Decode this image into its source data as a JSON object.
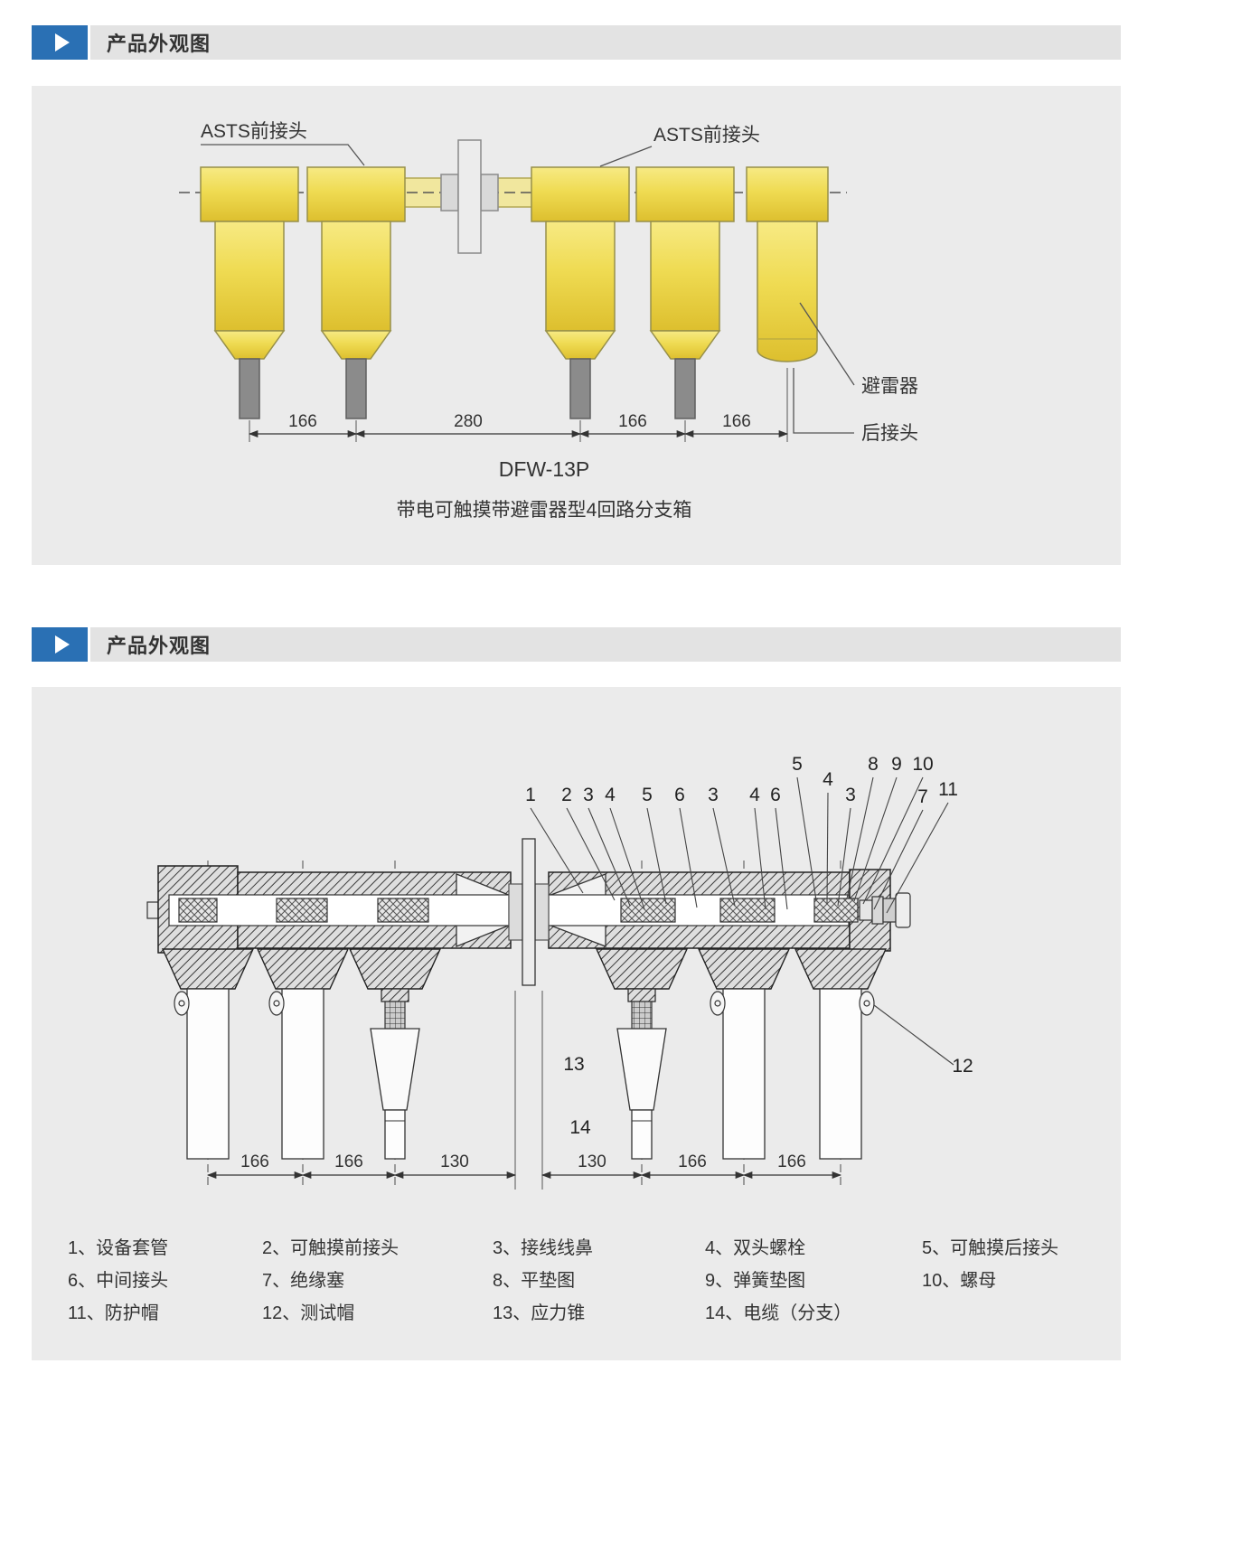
{
  "page": {
    "section1_title": "产品外观图",
    "section2_title": "产品外观图"
  },
  "colors": {
    "accent_blue": "#2a70b4",
    "panel_bg": "#ebebeb",
    "header_bar_bg": "#e3e3e3",
    "component_yellow": "#efdb52",
    "stem_gray": "#8b8b8b",
    "text_dark": "#333333"
  },
  "diagram1": {
    "label_asts_left": "ASTS前接头",
    "label_asts_right": "ASTS前接头",
    "label_arrester": "避雷器",
    "label_rear": "后接头",
    "dims": [
      "166",
      "280",
      "166",
      "166"
    ],
    "model": "DFW-13P",
    "caption": "带电可触摸带避雷器型4回路分支箱"
  },
  "diagram2": {
    "callouts_row": [
      "1",
      "2",
      "3",
      "4",
      "5",
      "6",
      "3",
      "4",
      "6"
    ],
    "callouts_upper": [
      "5",
      "4",
      "3",
      "8",
      "9",
      "10",
      "7",
      "11"
    ],
    "callout_12": "12",
    "callout_13": "13",
    "callout_14": "14",
    "dims_left": [
      "166",
      "166",
      "130"
    ],
    "dims_right": [
      "130",
      "166",
      "166"
    ]
  },
  "legend": {
    "rows": [
      [
        "1、设备套管",
        "2、可触摸前接头",
        "3、接线线鼻",
        "4、双头螺栓",
        "5、可触摸后接头"
      ],
      [
        "6、中间接头",
        "7、绝缘塞",
        "8、平垫图",
        "9、弹簧垫图",
        "10、螺母"
      ],
      [
        "11、防护帽",
        "12、测试帽",
        "13、应力锥",
        "14、电缆（分支）"
      ]
    ]
  }
}
